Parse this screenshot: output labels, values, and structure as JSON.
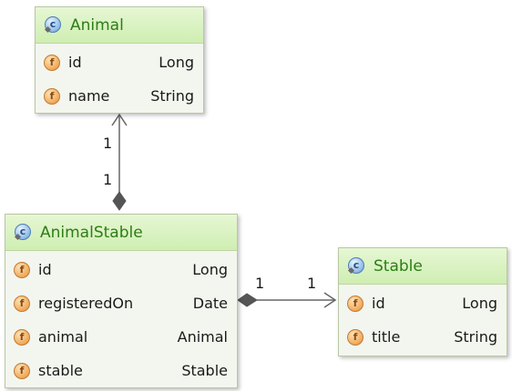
{
  "classes": [
    {
      "name": "Animal",
      "icon": "class-icon",
      "fields": [
        {
          "name": "id",
          "type": "Long",
          "icon": "field-icon"
        },
        {
          "name": "name",
          "type": "String",
          "icon": "field-icon"
        }
      ]
    },
    {
      "name": "AnimalStable",
      "icon": "class-icon",
      "fields": [
        {
          "name": "id",
          "type": "Long",
          "icon": "field-icon"
        },
        {
          "name": "registeredOn",
          "type": "Date",
          "icon": "field-icon"
        },
        {
          "name": "animal",
          "type": "Animal",
          "icon": "field-icon"
        },
        {
          "name": "stable",
          "type": "Stable",
          "icon": "field-icon"
        }
      ]
    },
    {
      "name": "Stable",
      "icon": "class-icon",
      "fields": [
        {
          "name": "id",
          "type": "Long",
          "icon": "field-icon"
        },
        {
          "name": "title",
          "type": "String",
          "icon": "field-icon"
        }
      ]
    }
  ],
  "icon_glyphs": {
    "class": "c",
    "field": "f"
  },
  "associations": [
    {
      "from": "AnimalStable",
      "to": "Animal",
      "kind": "composition",
      "multiplicity_source": "1",
      "multiplicity_target": "1"
    },
    {
      "from": "AnimalStable",
      "to": "Stable",
      "kind": "composition",
      "multiplicity_source": "1",
      "multiplicity_target": "1"
    }
  ],
  "colors": {
    "class_name": "#2d7d15",
    "header_top": "#e6f7d4",
    "header_bottom": "#cfeeb2",
    "body_bg": "#f3f6ee",
    "connector": "#555555"
  }
}
